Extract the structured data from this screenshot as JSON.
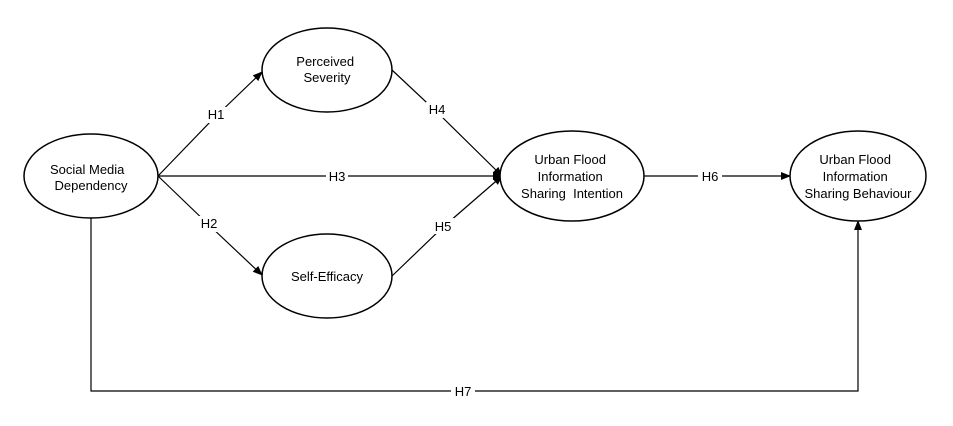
{
  "diagram": {
    "nodes": {
      "smd": {
        "lines": [
          "Social Media",
          "Dependency"
        ]
      },
      "ps": {
        "lines": [
          "Perceived",
          "Severity"
        ]
      },
      "se": {
        "lines": [
          "Self-Efficacy"
        ]
      },
      "ufisi": {
        "lines": [
          "Urban Flood",
          "Information",
          "Sharing  Intention"
        ]
      },
      "ufisb": {
        "lines": [
          "Urban Flood",
          "Information",
          "Sharing Behaviour"
        ]
      }
    },
    "edges": {
      "h1": {
        "label": "H1",
        "from": "Social Media Dependency",
        "to": "Perceived Severity"
      },
      "h2": {
        "label": "H2",
        "from": "Social Media Dependency",
        "to": "Self-Efficacy"
      },
      "h3": {
        "label": "H3",
        "from": "Social Media Dependency",
        "to": "Urban Flood Information Sharing Intention"
      },
      "h4": {
        "label": "H4",
        "from": "Perceived Severity",
        "to": "Urban Flood Information Sharing Intention"
      },
      "h5": {
        "label": "H5",
        "from": "Self-Efficacy",
        "to": "Urban Flood Information Sharing Intention"
      },
      "h6": {
        "label": "H6",
        "from": "Urban Flood Information Sharing Intention",
        "to": "Urban Flood Information Sharing Behaviour"
      },
      "h7": {
        "label": "H7",
        "from": "Social Media Dependency",
        "to": "Urban Flood Information Sharing Behaviour"
      }
    }
  }
}
